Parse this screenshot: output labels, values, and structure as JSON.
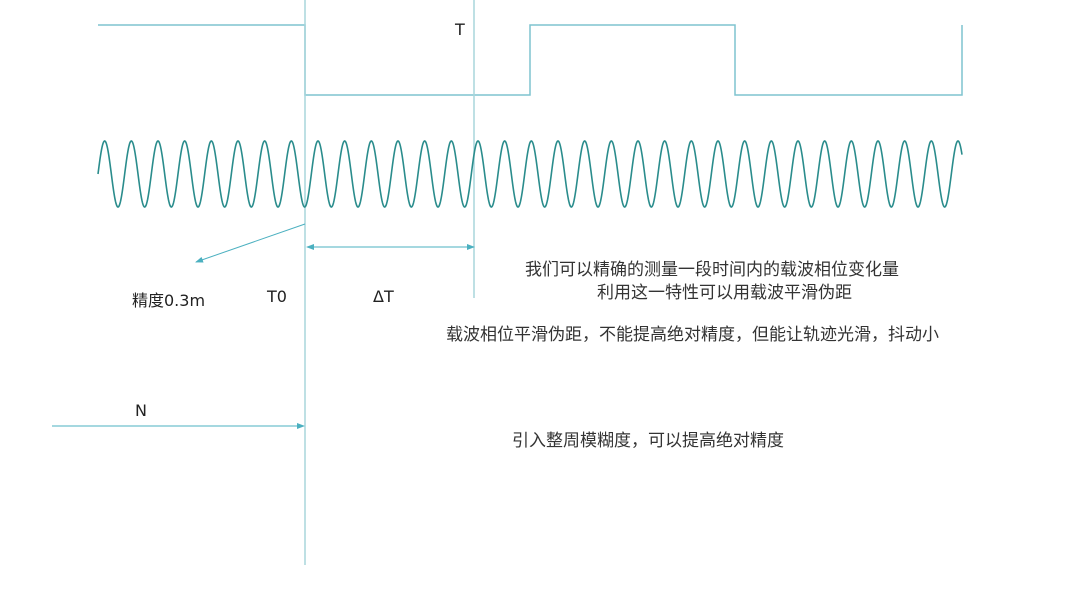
{
  "colors": {
    "guide": "#a9d6dc",
    "square_wave": "#7fc3cf",
    "carrier": "#2a8c8c",
    "arrow": "#4bb0c0",
    "text": "#222222"
  },
  "labels": {
    "period": "T",
    "precision": "精度0.3m",
    "t0": "T0",
    "delta_t": "ΔT",
    "n": "N"
  },
  "notes": [
    "我们可以精确的测量一段时间内的载波相位变化量",
    "利用这一特性可以用载波平滑伪距",
    "载波相位平滑伪距，不能提高绝对精度，但能让轨迹光滑，抖动小",
    "引入整周模糊度，可以提高绝对精度"
  ],
  "carrier_cycles": 32.4
}
